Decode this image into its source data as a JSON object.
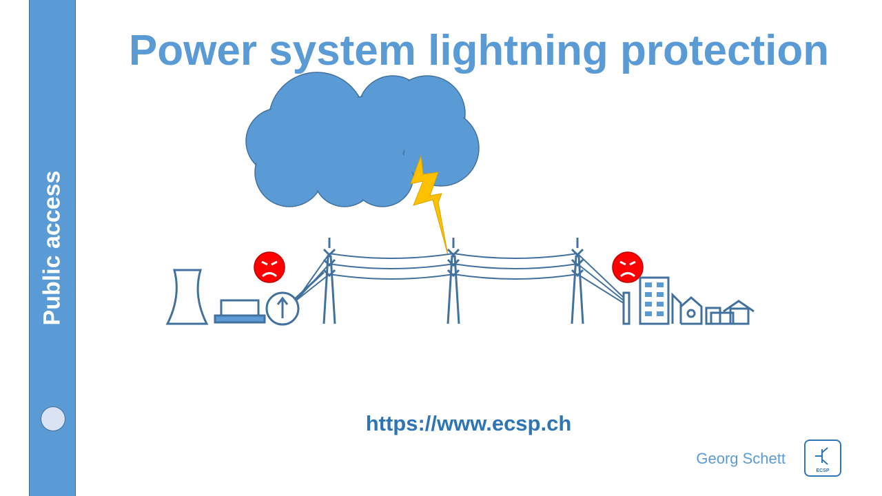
{
  "slide": {
    "title": "Power system lightning protection",
    "sidebar_label": "Public access",
    "url": "https://www.ecsp.ch",
    "author": "Georg Schett",
    "logo_text": "ECSP"
  },
  "colors": {
    "accent": "#5b9bd5",
    "accent_dark": "#41719c",
    "lightning": "#ffc000",
    "warning_face": "#ff0000"
  },
  "icons": [
    "cloud-icon",
    "lightning-bolt-icon",
    "cooling-tower-icon",
    "power-plant-icon",
    "generator-icon",
    "angry-face-icon",
    "transmission-tower-icon",
    "city-buildings-icon",
    "ecsp-logo-icon"
  ]
}
